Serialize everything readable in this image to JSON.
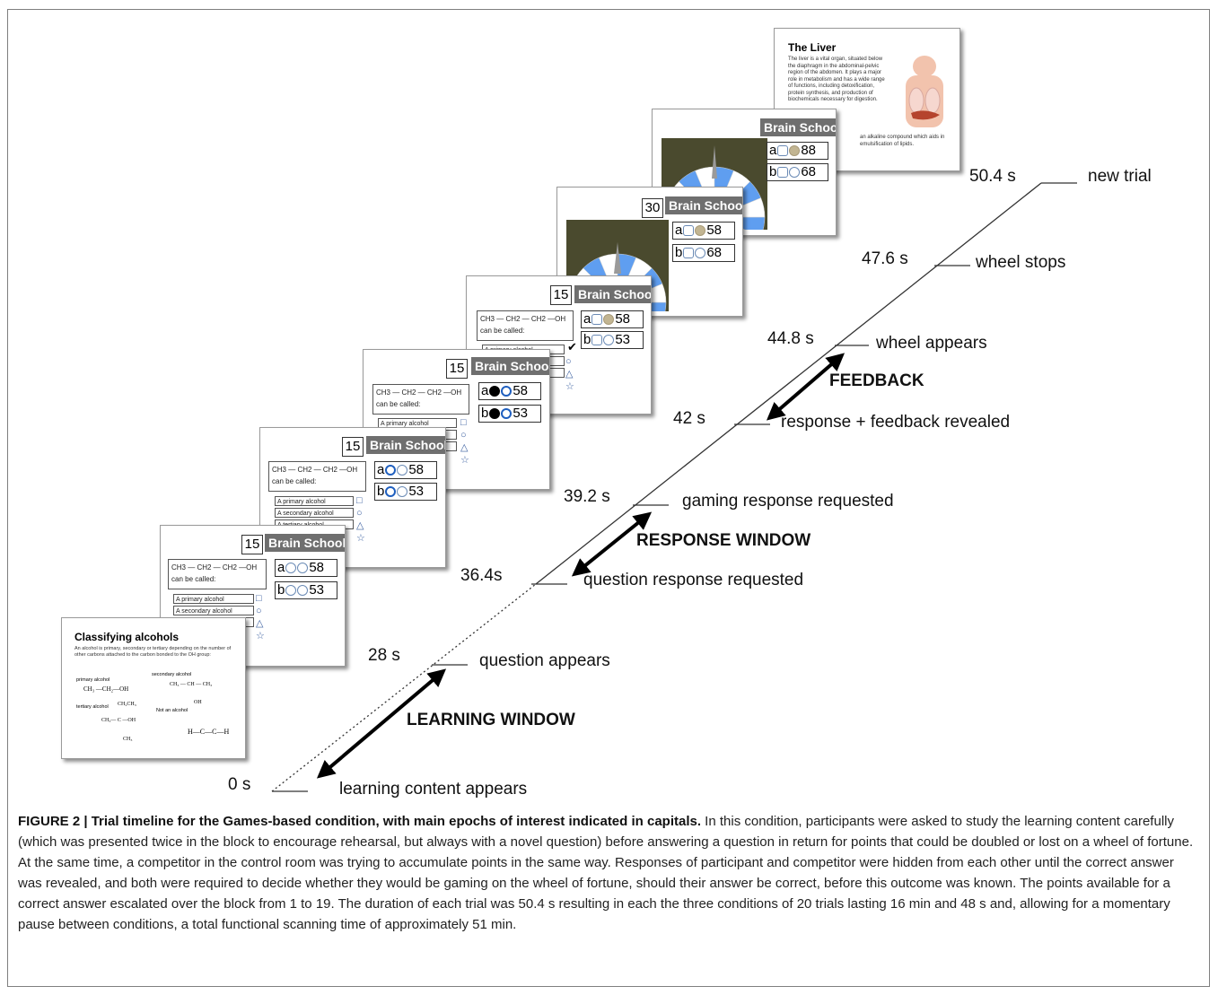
{
  "slides": {
    "learning": {
      "title": "Classifying alcohols",
      "intro": "An alcohol is primary, secondary or tertiary depending on the number of other carbons attached to the carbon bonded to the OH group:",
      "primary_label": "primary alcohol",
      "primary_formula": "CH₃ —CH₂—OH",
      "secondary_label": "secondary alcohol",
      "secondary_formula": "CH₃ — CH — CH₃",
      "secondary_oh": "OH",
      "tertiary_label": "tertiary alcohol",
      "tertiary_top": "CH₂CH₃",
      "tertiary_formula": "CH₃— C —OH",
      "tertiary_bottom": "CH₃",
      "not_label": "Not an alcohol",
      "not_formula": "H—C—C—H"
    },
    "question": {
      "formula": "CH3 — CH2 — CH2 —OH",
      "prompt": "can be called:",
      "option_1": "A primary alcohol",
      "option_2": "A secondary alcohol",
      "option_3": "A tertiary alcohol",
      "brand": "Brain School",
      "check": "✔"
    },
    "q1": {
      "points": "15",
      "a_label": "a",
      "a_score": "58",
      "b_label": "b",
      "b_score": "53"
    },
    "q2": {
      "points": "15",
      "a_label": "a",
      "a_score": "58",
      "b_label": "b",
      "b_score": "53"
    },
    "q3": {
      "points": "15",
      "a_label": "a",
      "a_score": "58",
      "b_label": "b",
      "b_score": "53"
    },
    "q4": {
      "points": "15",
      "a_label": "a",
      "a_score": "58",
      "b_label": "b",
      "b_score": "53"
    },
    "wheel1": {
      "points": "30",
      "a_label": "a",
      "a_score": "58",
      "b_label": "b",
      "b_score": "68"
    },
    "wheel2": {
      "a_label": "a",
      "a_score": "88",
      "b_label": "b",
      "b_score": "68"
    },
    "liver": {
      "title": "The Liver",
      "text": "The liver is a vital organ, situated below the diaphragm in the abdominal-pelvic region of the abdomen. It plays a major role in metabolism and has a wide range of functions, including detoxification, protein synthesis, and production of biochemicals necessary for digestion.",
      "text2": "an alkaline compound which aids in emulsification of lipids."
    }
  },
  "timeline": {
    "t0": "0 s",
    "t28": "28 s",
    "t36": "36.4s",
    "t39": "39.2 s",
    "t42": "42 s",
    "t44": "44.8 s",
    "t47": "47.6 s",
    "t50": "50.4 s",
    "e0": "learning content appears",
    "e28": "question appears",
    "e36": "question response requested",
    "e39": "gaming response requested",
    "e42": "response + feedback revealed",
    "e44": "wheel appears",
    "e47": "wheel stops",
    "e50": "new trial",
    "w_learning": "LEARNING WINDOW",
    "w_response": "RESPONSE WINDOW",
    "w_feedback": "FEEDBACK"
  },
  "caption": {
    "bold": "FIGURE 2 | Trial timeline for the Games-based condition, with main epochs of interest indicated in capitals.",
    "text": " In this condition, participants were asked to study the learning content carefully (which was presented twice in the block to encourage rehearsal, but always with a novel question) before answering a question in return for points that could be doubled or lost on a wheel of fortune. At the same time, a competitor in the control room was trying to accumulate points in the same way. Responses of participant and competitor were hidden from each other until the correct answer was revealed, and both were required to decide whether they would be gaming on the wheel of fortune, should their answer be correct, before this outcome was known. The points available for a correct answer escalated over the block from 1 to 19. The duration of each trial was 50.4 s resulting in each the three conditions of 20 trials lasting 16 min and 48 s and, allowing for a momentary pause between conditions, a total functional scanning time of approximately 51 min."
  },
  "colors": {
    "wheel_blue": "#5f9ef0",
    "wheel_bg": "#4a4a2e",
    "brand_bg": "#6f6f6f"
  }
}
